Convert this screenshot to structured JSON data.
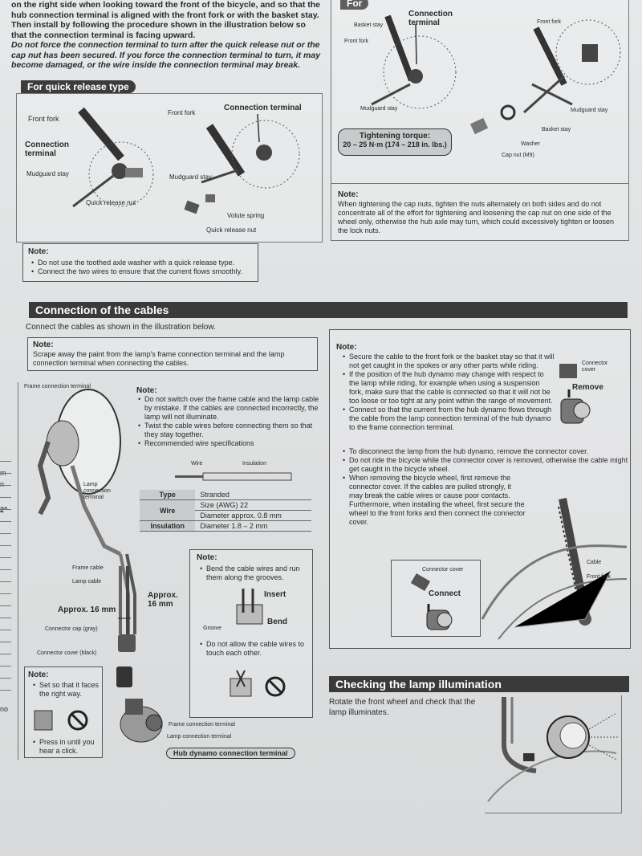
{
  "top_instructions": {
    "line1": "on the right side when looking toward the front of the bicycle, and so that the",
    "line2": "hub connection terminal is aligned with the front fork or with the basket stay.",
    "line3": "Then install by following the procedure shown in the illustration below so",
    "line4": "that the connection terminal is facing upward.",
    "line5": "Do not force the connection terminal to turn after the quick release nut or the",
    "line6": "cap nut has been secured. If you force the connection terminal to turn, it may",
    "line7": "become damaged, or the wire inside the connection terminal may break."
  },
  "quick_release": {
    "heading": "For quick release type",
    "labels": {
      "front_fork_1": "Front fork",
      "connection_terminal_1": "Connection\nterminal",
      "mudguard_stay_1": "Mudguard stay",
      "quick_release_nut_1": "Quick release nut",
      "front_fork_2": "Front fork",
      "connection_terminal_2": "Connection terminal",
      "mudguard_stay_2": "Mudguard stay",
      "volute_spring": "Volute spring",
      "quick_release_nut_2": "Quick release nut"
    },
    "note_title": "Note:",
    "notes": [
      "Do not use the toothed axle washer with a quick release type.",
      "Connect the two wires to ensure that the current flows smoothly."
    ]
  },
  "cap_nut": {
    "heading": "For",
    "labels": {
      "basket_stay": "Basket stay",
      "connection_terminal": "Connection\nterminal",
      "front_fork_1": "Front fork",
      "mudguard_stay_1": "Mudguard stay",
      "front_fork_2": "Front fork",
      "mudguard_stay_2": "Mudguard stay",
      "basket_stay_2": "Basket stay",
      "washer": "Washer",
      "cap_nut": "Cap nut (M9)"
    },
    "torque_title": "Tightening torque:",
    "torque_value": "20 – 25 N·m (174 – 218 in. lbs.)",
    "note_title": "Note:",
    "note_text": "When tightening the cap nuts, tighten the nuts alternately on both sides and do not concentrate all of the effort for tightening and loosening the cap nut on one side of the wheel only, otherwise the hub axle may turn, which could excessively tighten or loosen the lock nuts."
  },
  "cables": {
    "heading": "Connection of the cables",
    "intro": "Connect the cables as shown in the illustration below.",
    "paint_note_title": "Note:",
    "paint_note_text": "Scrape away the paint from the lamp's frame connection terminal and the lamp connection terminal when connecting the cables.",
    "frame_connection_terminal": "Frame connection terminal",
    "lamp_connection_terminal": "Lamp\nconnection\nterminal",
    "switch_note_title": "Note:",
    "switch_notes": [
      "Do not switch over the frame cable and the lamp cable by mistake. If the cables are connected incorrectly, the lamp will not illuminate.",
      "Twist the cable wires before connecting them so that they stay together.",
      "Recommended wire specifications"
    ],
    "wire_label": "Wire",
    "insulation_label": "Insulation",
    "table": {
      "rows": [
        {
          "head": "Type",
          "value": "Stranded"
        },
        {
          "head": "Wire",
          "value": "Size (AWG) 22"
        },
        {
          "head": "",
          "value": "Diameter approx. 0.8 mm"
        },
        {
          "head": "Insulation",
          "value": "Diameter 1.8 – 2 mm"
        }
      ]
    },
    "frame_cable": "Frame cable",
    "lamp_cable": "Lamp cable",
    "approx_left": "Approx. 16 mm",
    "approx_right": "Approx.\n16 mm",
    "connector_cap_gray": "Connector cap (gray)",
    "connector_cover_black": "Connector cover (black)",
    "groove_note_title": "Note:",
    "groove_note_1": "Bend the cable wires and run them along the grooves.",
    "insert": "Insert",
    "bend": "Bend",
    "groove": "Groove",
    "groove_note_2": "Do not allow the cable wires to touch each other.",
    "face_note_title": "Note:",
    "face_note_1": "Set so that it faces the right way.",
    "face_note_2": "Press in until you hear a click.",
    "frame_connection_terminal_2": "Frame connection terminal",
    "lamp_connection_terminal_2": "Lamp connection terminal",
    "hub_dynamo_terminal": "Hub dynamo connection terminal"
  },
  "right_note": {
    "title": "Note:",
    "items": [
      "Secure the cable to the front fork or the basket stay so that it will not get caught in the spokes or any other parts while riding.",
      "If the position of the hub dynamo may change with respect to the lamp while riding, for example when using a suspension fork, make sure that the cable is connected so that it will not be too loose or too tight at any point within the range of movement.",
      "Connect so that the current from the hub dynamo flows through the cable from the lamp connection terminal of the hub dynamo to the frame connection terminal.",
      "To disconnect the lamp from the hub dynamo, remove the connector cover.",
      "Do not ride the bicycle while the connector cover is removed, otherwise the cable might get caught in the bicycle wheel.",
      "When removing the bicycle wheel, first remove the connector cover. If the cables are pulled strongly, it may break the cable wires or cause poor contacts. Furthermore, when installing the wheel, first secure the wheel to the front forks and then connect the connector cover."
    ],
    "connector_cover": "Connector\ncover",
    "remove": "Remove",
    "cable": "Cable",
    "front_fork": "Front fork",
    "connector_cover_2": "Connector cover",
    "connect": "Connect"
  },
  "checking": {
    "heading": "Checking the lamp illumination",
    "text": "Rotate the front wheel and check that the lamp illuminates."
  },
  "margin_marks": [
    "m",
    "n",
    "2\"",
    "no"
  ]
}
